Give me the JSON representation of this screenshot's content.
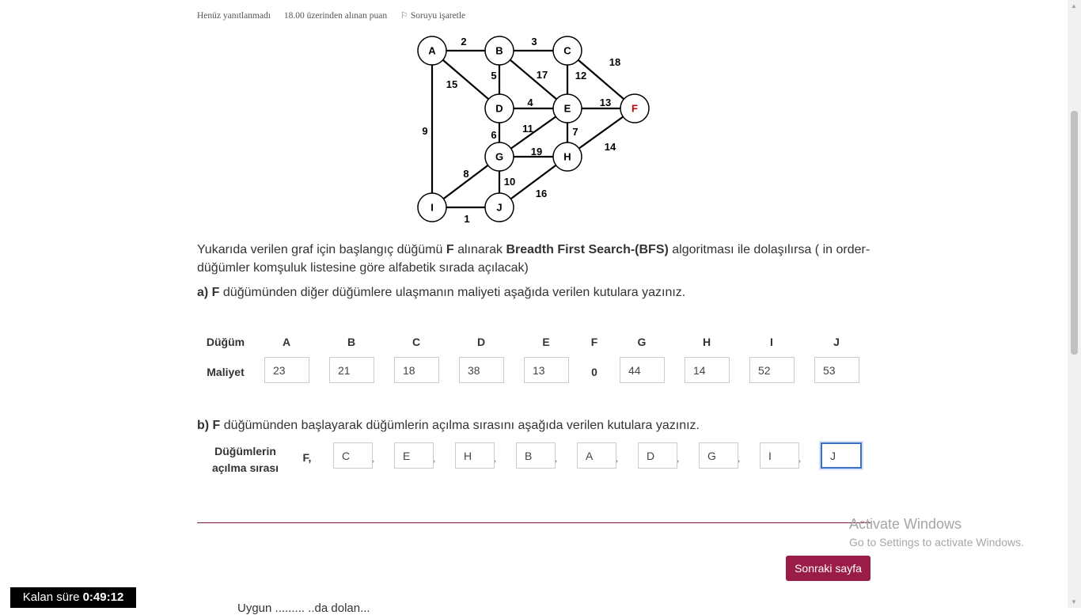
{
  "question_info": {
    "status": "Henüz yanıtlanmadı",
    "score": "18.00 üzerinden alınan puan",
    "flag_label": "Soruyu işaretle"
  },
  "graph": {
    "nodes": [
      "A",
      "B",
      "C",
      "D",
      "E",
      "F",
      "G",
      "H",
      "I",
      "J"
    ],
    "edges": [
      {
        "from": "A",
        "to": "B",
        "w": "2"
      },
      {
        "from": "B",
        "to": "C",
        "w": "3"
      },
      {
        "from": "C",
        "to": "F",
        "w": "18"
      },
      {
        "from": "A",
        "to": "D",
        "w": "15"
      },
      {
        "from": "B",
        "to": "D",
        "w": "5"
      },
      {
        "from": "B",
        "to": "E",
        "w": "17"
      },
      {
        "from": "C",
        "to": "E",
        "w": "12"
      },
      {
        "from": "A",
        "to": "I",
        "w": "9"
      },
      {
        "from": "D",
        "to": "E",
        "w": "4"
      },
      {
        "from": "E",
        "to": "F",
        "w": "13"
      },
      {
        "from": "D",
        "to": "G",
        "w": "6"
      },
      {
        "from": "E",
        "to": "G",
        "w": "11"
      },
      {
        "from": "E",
        "to": "H",
        "w": "7"
      },
      {
        "from": "F",
        "to": "H",
        "w": "14"
      },
      {
        "from": "G",
        "to": "H",
        "w": "19"
      },
      {
        "from": "G",
        "to": "I",
        "w": "8"
      },
      {
        "from": "G",
        "to": "J",
        "w": "10"
      },
      {
        "from": "H",
        "to": "J",
        "w": "16"
      },
      {
        "from": "I",
        "to": "J",
        "w": "1"
      }
    ],
    "highlight_node": "F",
    "highlight_color": "#cc0000"
  },
  "text": {
    "para1_a": "Yukarıda verilen graf için başlangıç düğümü ",
    "para1_b": "F",
    "para1_c": " alınarak ",
    "para1_d": "Breadth First Search-(BFS)",
    "para1_e": " algoritması ile dolaşılırsa ( in order-",
    "para2": "düğümler komşuluk listesine göre alfabetik sırada açılacak)",
    "a_prefix": "a) ",
    "a_bold": "F",
    "a_rest": " düğümünden diğer düğümlere ulaşmanın maliyeti aşağıda verilen kutulara yazınız.",
    "b_prefix": "b) ",
    "b_bold": "F",
    "b_rest": " düğümünden  başlayarak düğümlerin açılma sırasını aşağıda verilen kutulara yazınız."
  },
  "cost_table": {
    "row1_label": "Düğüm",
    "row2_label": "Maliyet",
    "headers": [
      "A",
      "B",
      "C",
      "D",
      "E",
      "F",
      "G",
      "H",
      "I",
      "J"
    ],
    "values": [
      "23",
      "21",
      "18",
      "38",
      "13",
      "0",
      "44",
      "14",
      "52",
      "53"
    ]
  },
  "order": {
    "label_line1": "Düğümlerin",
    "label_line2": "açılma sırası",
    "start": "F,",
    "values": [
      "C",
      "E",
      "H",
      "B",
      "A",
      "D",
      "G",
      "I",
      "J"
    ],
    "separator": ","
  },
  "watermark": {
    "line1": "Activate Windows",
    "line2": "Go to Settings to activate Windows."
  },
  "next_button": "Sonraki sayfa",
  "timer": {
    "label": "Kalan süre",
    "value": "0:49:12"
  },
  "cut_text": "Uygun ......... ..da dolan...",
  "colors": {
    "accent": "#9a1c48",
    "divider": "#7a1d3f"
  }
}
